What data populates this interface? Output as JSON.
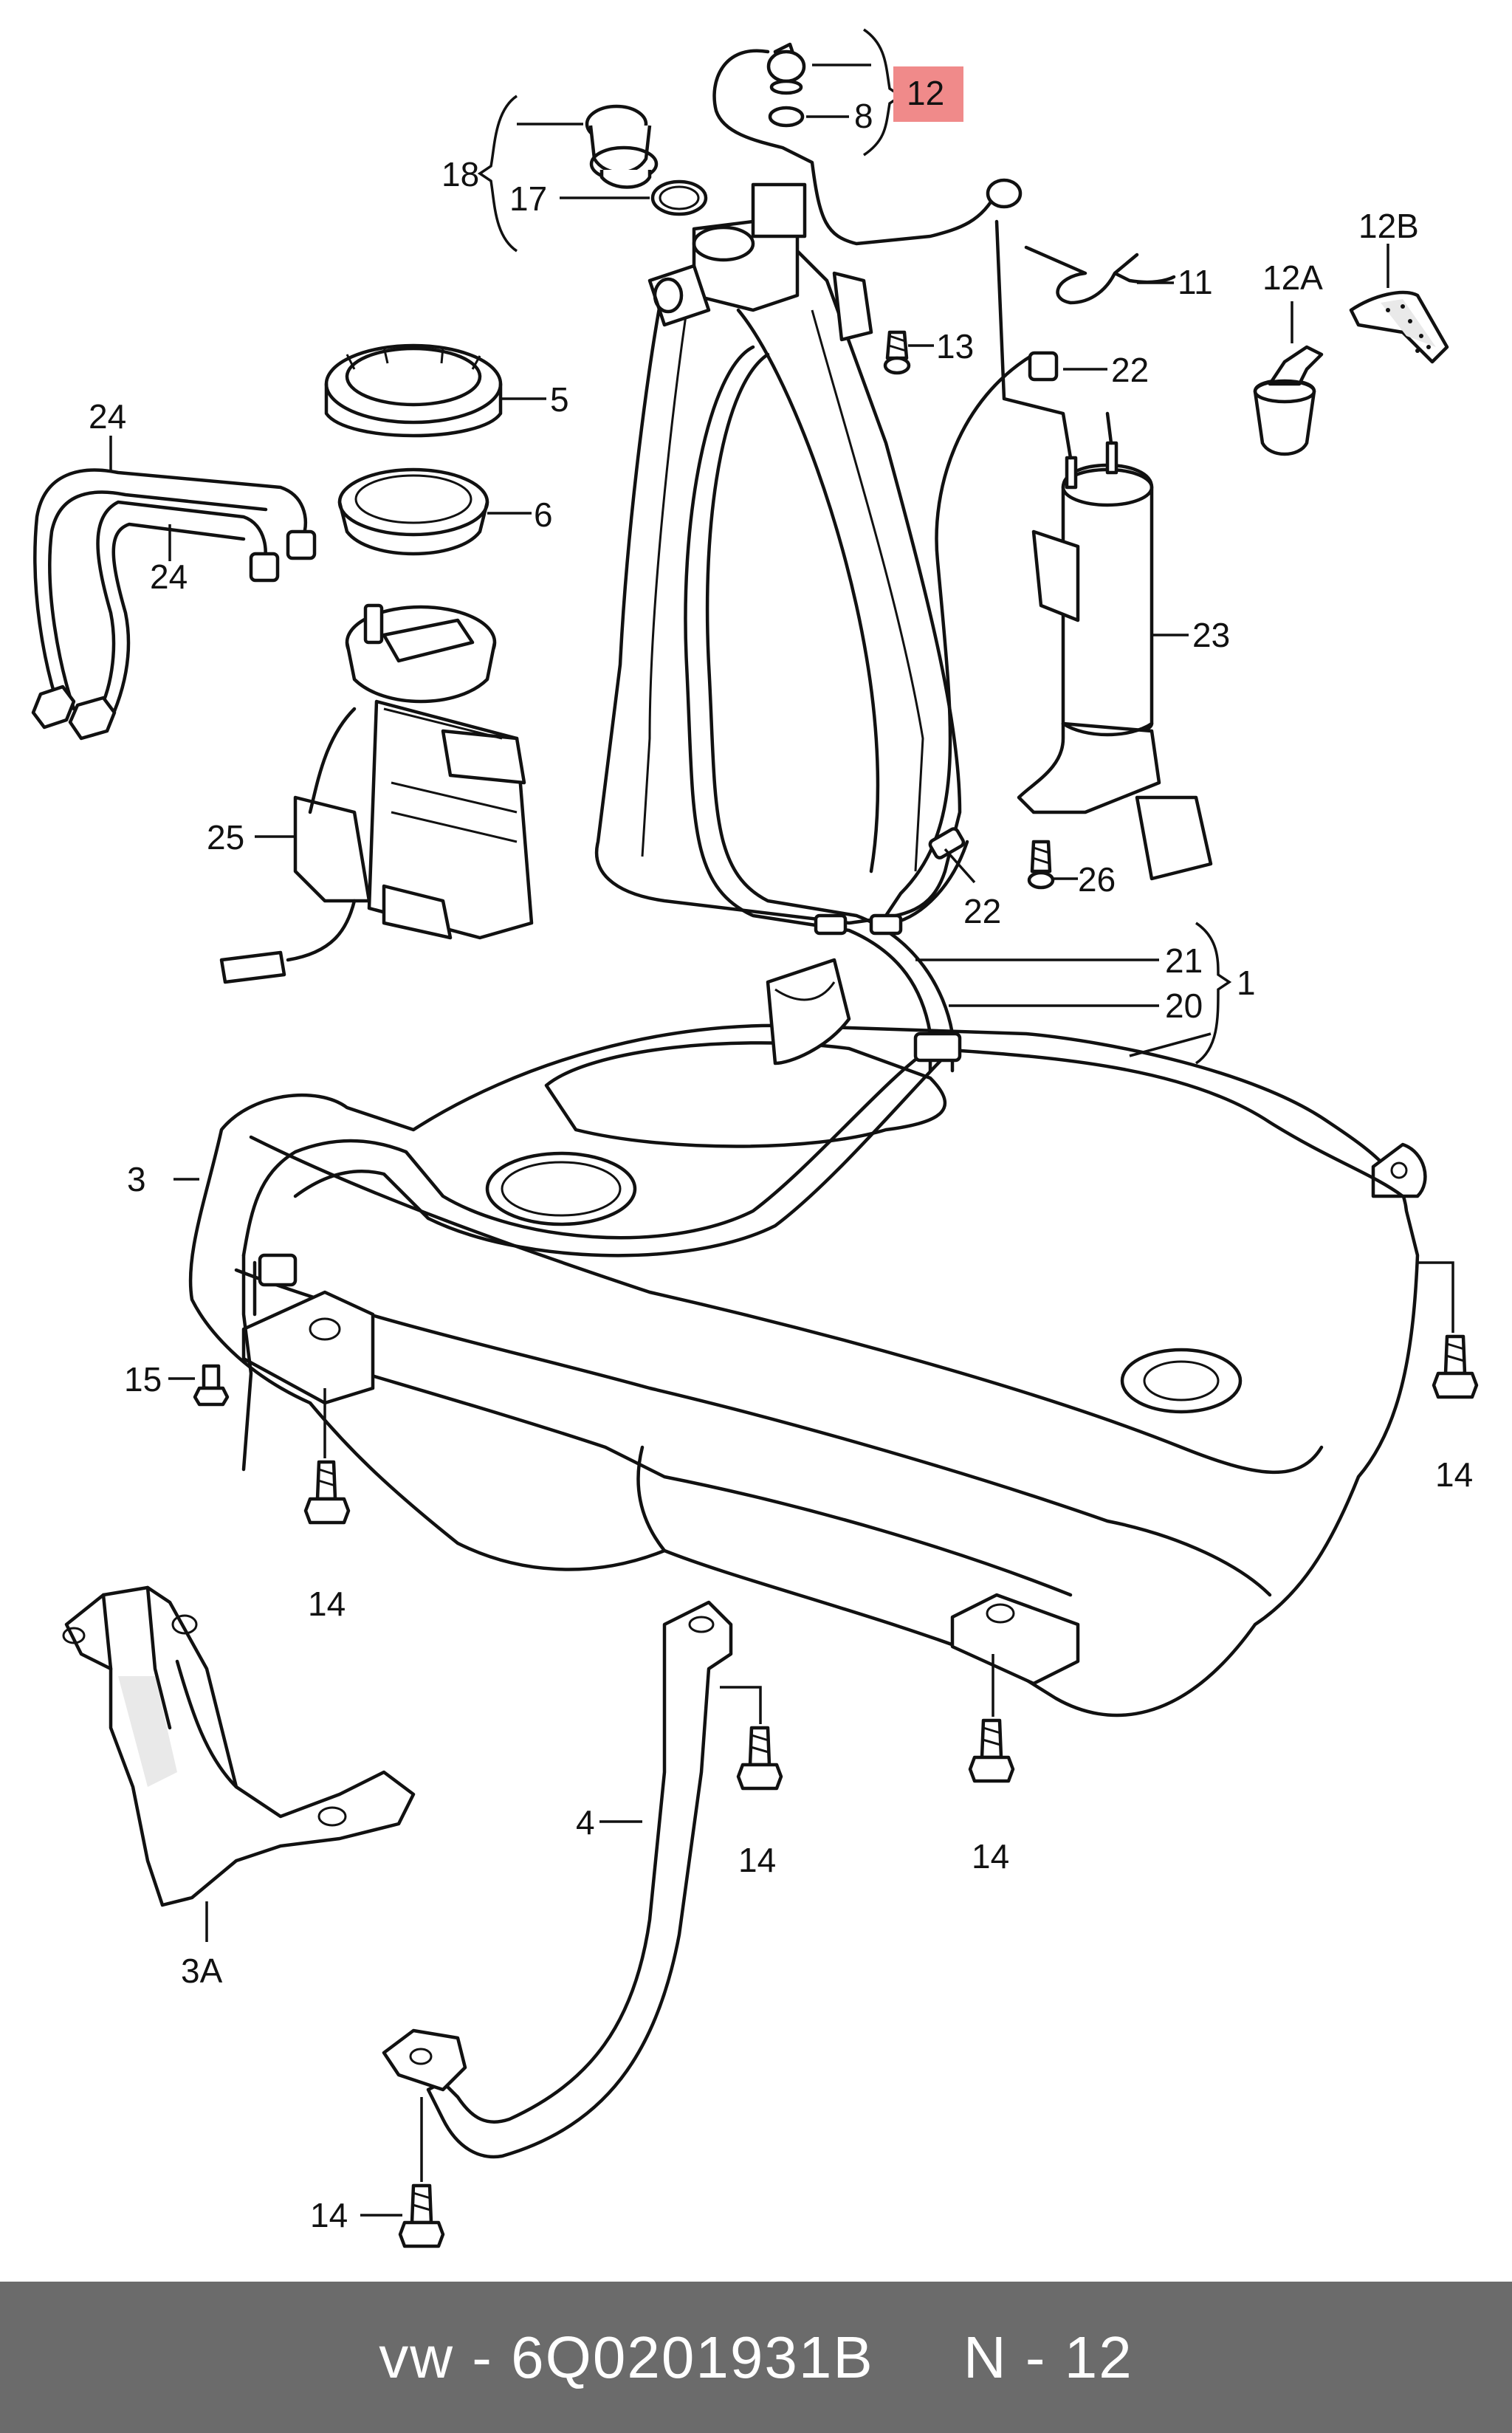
{
  "callouts": {
    "c1": "1",
    "c3": "3",
    "c3a": "3A",
    "c4": "4",
    "c5": "5",
    "c6": "6",
    "c8": "8",
    "c11": "11",
    "c12": "12",
    "c12a": "12A",
    "c12b": "12B",
    "c13": "13",
    "c14a": "14",
    "c14b": "14",
    "c14c": "14",
    "c14d": "14",
    "c14e": "14",
    "c15": "15",
    "c17": "17",
    "c18": "18",
    "c20": "20",
    "c21": "21",
    "c22a": "22",
    "c22b": "22",
    "c23": "23",
    "c24a": "24",
    "c24b": "24",
    "c25": "25",
    "c26": "26"
  },
  "highlight_color": "#f08a8a",
  "footer": {
    "brand": "vw",
    "separator": " - ",
    "part_number": "6Q0201931B",
    "gap": "     ",
    "position_label": "N - 12"
  }
}
